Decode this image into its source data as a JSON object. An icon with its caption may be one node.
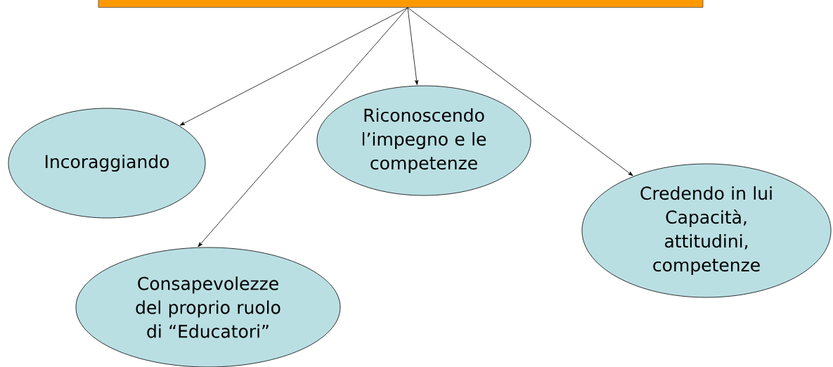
{
  "diagram": {
    "nodes": [
      {
        "text": [],
        "shape": "box"
      },
      {
        "text": [
          "Incoraggiando"
        ]
      },
      {
        "text": [
          "Riconoscendo l’impegno e le competenze"
        ]
      },
      {
        "text": [
          "Credendo in lui",
          "Capacità, attitudini, competenze"
        ]
      },
      {
        "text": [
          "Consapevolezze del proprio ruolo di “Educatori”"
        ]
      }
    ],
    "edges": [
      {
        "from": 0,
        "to": 1,
        "arrow": "to"
      },
      {
        "from": 0,
        "to": 4,
        "arrow": "to"
      },
      {
        "from": 0,
        "to": 2,
        "arrow": "to"
      },
      {
        "from": 0,
        "to": 3,
        "arrow": "to"
      }
    ]
  }
}
